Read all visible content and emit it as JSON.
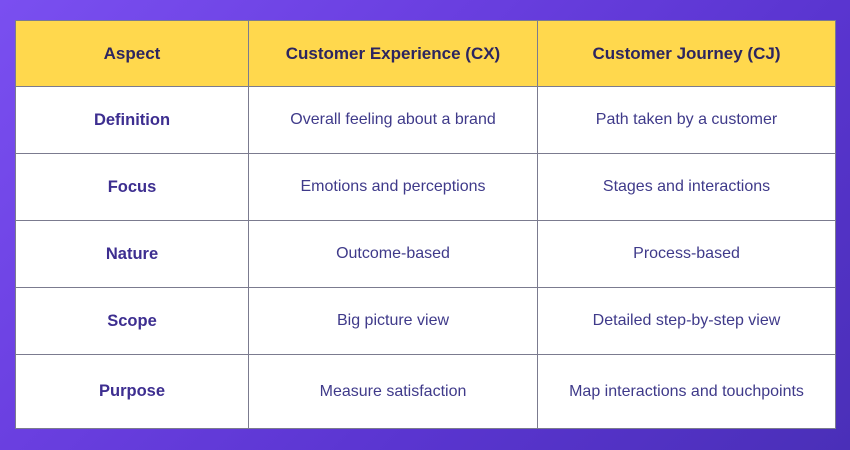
{
  "table": {
    "headers": [
      "Aspect",
      "Customer Experience (CX)",
      "Customer Journey (CJ)"
    ],
    "rows": [
      {
        "aspect": "Definition",
        "cx": "Overall feeling about a brand",
        "cj": "Path taken by a customer"
      },
      {
        "aspect": "Focus",
        "cx": "Emotions and perceptions",
        "cj": "Stages and interactions"
      },
      {
        "aspect": "Nature",
        "cx": "Outcome-based",
        "cj": "Process-based"
      },
      {
        "aspect": "Scope",
        "cx": "Big picture view",
        "cj": "Detailed step-by-step view"
      },
      {
        "aspect": "Purpose",
        "cx": "Measure satisfaction",
        "cj": "Map interactions and touchpoints"
      }
    ]
  },
  "colors": {
    "header_bg": "#ffd84d",
    "text": "#3f2f86",
    "background_start": "#7a4ff0",
    "background_end": "#4a2fb8"
  }
}
